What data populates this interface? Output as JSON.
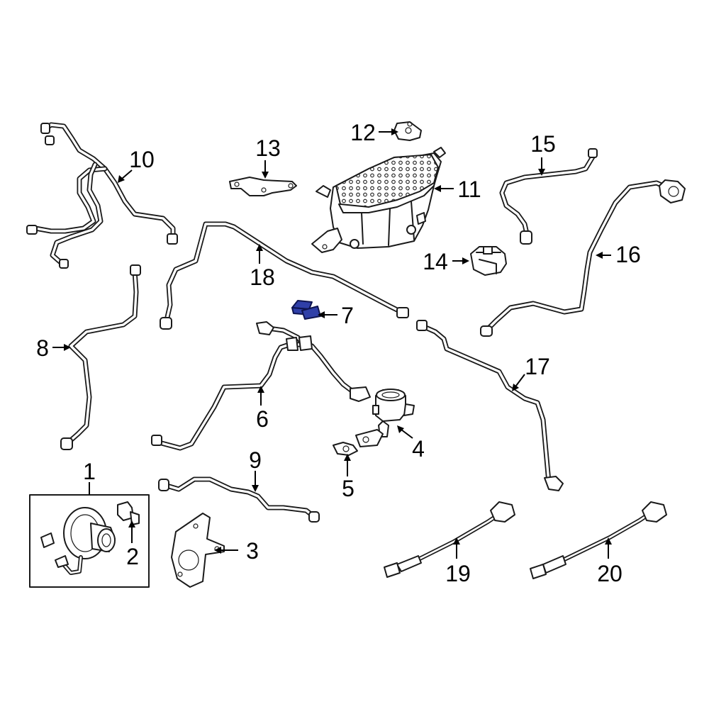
{
  "callouts": [
    {
      "id": "1",
      "label": "1"
    },
    {
      "id": "2",
      "label": "2"
    },
    {
      "id": "3",
      "label": "3"
    },
    {
      "id": "4",
      "label": "4"
    },
    {
      "id": "5",
      "label": "5"
    },
    {
      "id": "6",
      "label": "6"
    },
    {
      "id": "7",
      "label": "7"
    },
    {
      "id": "8",
      "label": "8"
    },
    {
      "id": "9",
      "label": "9"
    },
    {
      "id": "10",
      "label": "10"
    },
    {
      "id": "11",
      "label": "11"
    },
    {
      "id": "12",
      "label": "12"
    },
    {
      "id": "13",
      "label": "13"
    },
    {
      "id": "14",
      "label": "14"
    },
    {
      "id": "15",
      "label": "15"
    },
    {
      "id": "16",
      "label": "16"
    },
    {
      "id": "17",
      "label": "17"
    },
    {
      "id": "18",
      "label": "18"
    },
    {
      "id": "19",
      "label": "19"
    },
    {
      "id": "20",
      "label": "20"
    }
  ],
  "highlighted_part": "7",
  "colors": {
    "line": "#1a1a1a",
    "highlight": "#2f3fa8",
    "background": "#ffffff"
  }
}
